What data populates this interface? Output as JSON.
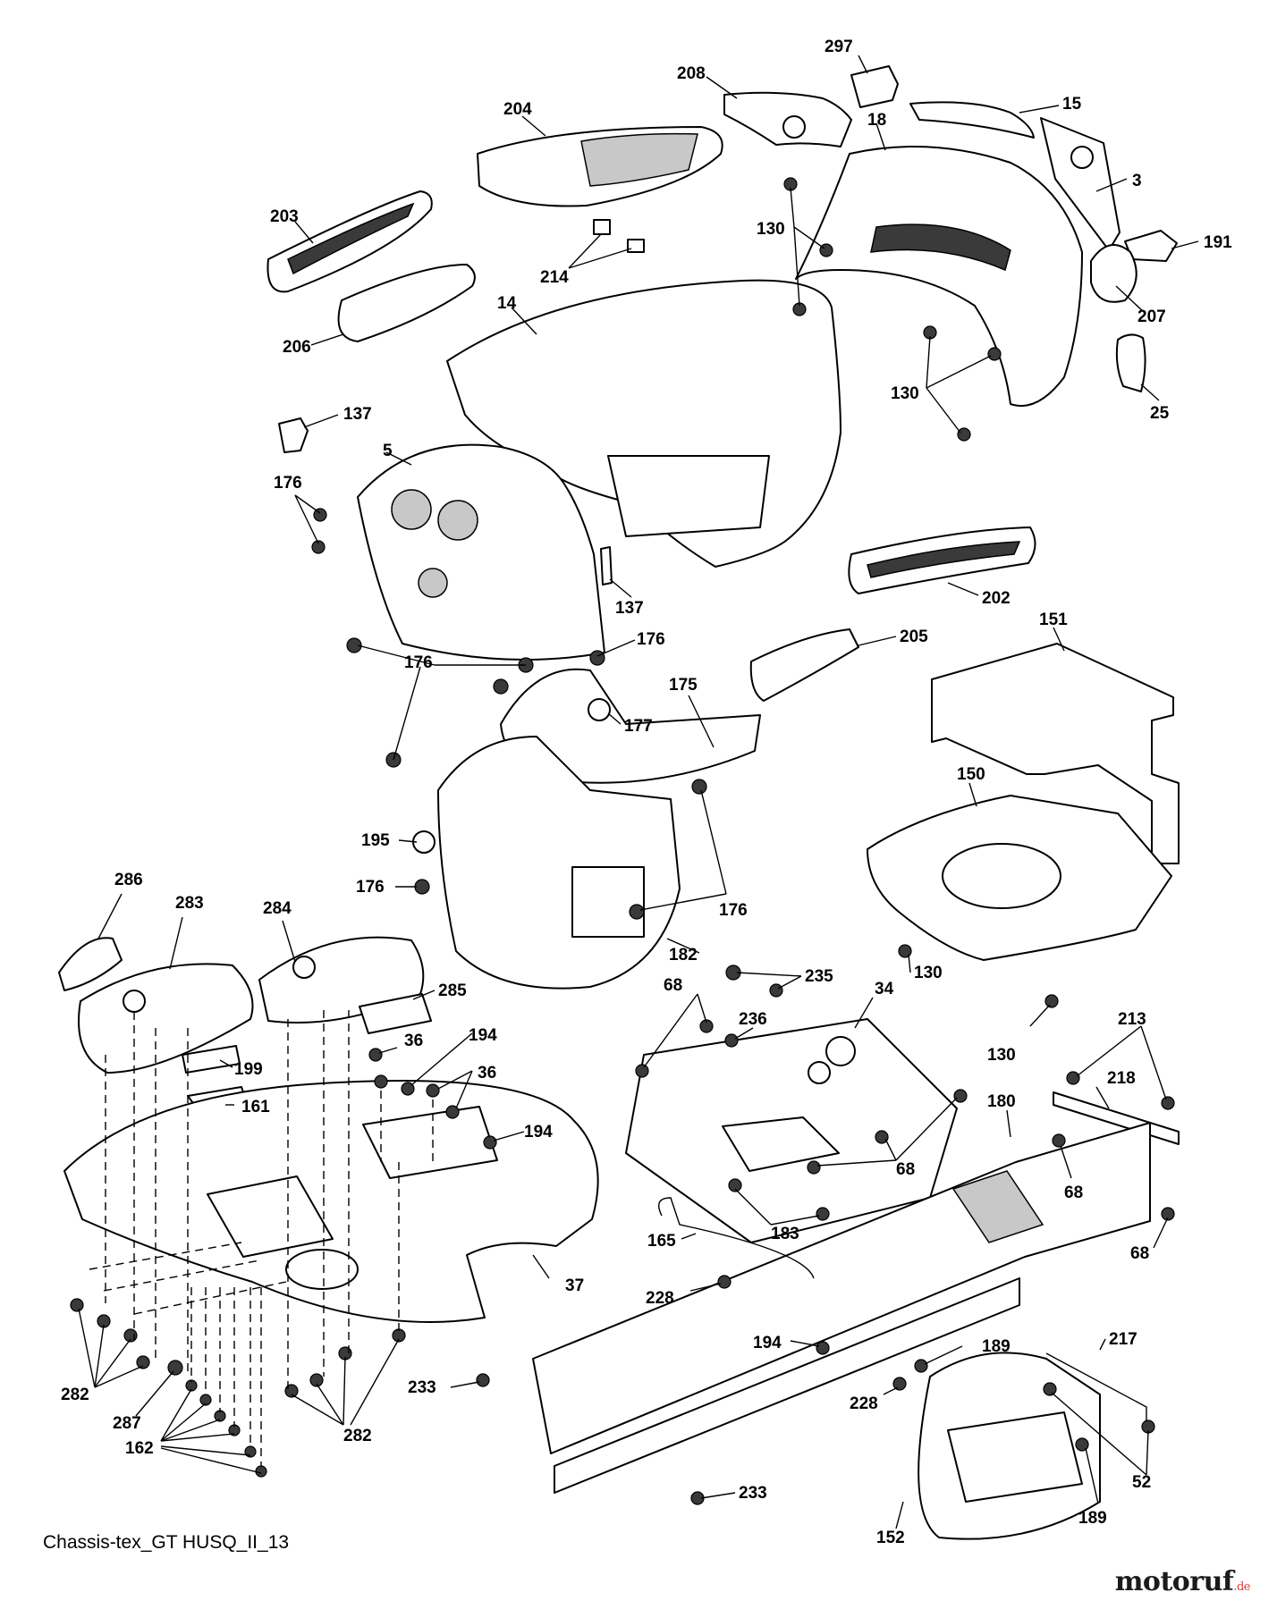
{
  "colors": {
    "line": "#000000",
    "paper": "#ffffff",
    "brand_text": "#1b1b1b",
    "brand_accent": "#e53a2f"
  },
  "labels": [
    {
      "id": "l297",
      "text": "297"
    },
    {
      "id": "l208",
      "text": "208"
    },
    {
      "id": "l204",
      "text": "204"
    },
    {
      "id": "l15",
      "text": "15"
    },
    {
      "id": "l18",
      "text": "18"
    },
    {
      "id": "l3",
      "text": "3"
    },
    {
      "id": "l130a",
      "text": "130"
    },
    {
      "id": "l191",
      "text": "191"
    },
    {
      "id": "l203",
      "text": "203"
    },
    {
      "id": "l214",
      "text": "214"
    },
    {
      "id": "l207",
      "text": "207"
    },
    {
      "id": "l14",
      "text": "14"
    },
    {
      "id": "l206",
      "text": "206"
    },
    {
      "id": "l130b",
      "text": "130"
    },
    {
      "id": "l25",
      "text": "25"
    },
    {
      "id": "l137a",
      "text": "137"
    },
    {
      "id": "l5",
      "text": "5"
    },
    {
      "id": "l176a",
      "text": "176"
    },
    {
      "id": "l137b",
      "text": "137"
    },
    {
      "id": "l202",
      "text": "202"
    },
    {
      "id": "l176b",
      "text": "176"
    },
    {
      "id": "l205",
      "text": "205"
    },
    {
      "id": "l151",
      "text": "151"
    },
    {
      "id": "l176c",
      "text": "176"
    },
    {
      "id": "l175",
      "text": "175"
    },
    {
      "id": "l177",
      "text": "177"
    },
    {
      "id": "l150",
      "text": "150"
    },
    {
      "id": "l195",
      "text": "195"
    },
    {
      "id": "l176d",
      "text": "176"
    },
    {
      "id": "l176e",
      "text": "176"
    },
    {
      "id": "l286",
      "text": "286"
    },
    {
      "id": "l283",
      "text": "283"
    },
    {
      "id": "l284",
      "text": "284"
    },
    {
      "id": "l182",
      "text": "182"
    },
    {
      "id": "l130c",
      "text": "130"
    },
    {
      "id": "l235",
      "text": "235"
    },
    {
      "id": "l68a",
      "text": "68"
    },
    {
      "id": "l34",
      "text": "34"
    },
    {
      "id": "l285",
      "text": "285"
    },
    {
      "id": "l236",
      "text": "236"
    },
    {
      "id": "l130d",
      "text": "130"
    },
    {
      "id": "l213",
      "text": "213"
    },
    {
      "id": "l36a",
      "text": "36"
    },
    {
      "id": "l194a",
      "text": "194"
    },
    {
      "id": "l218",
      "text": "218"
    },
    {
      "id": "l199",
      "text": "199"
    },
    {
      "id": "l36b",
      "text": "36"
    },
    {
      "id": "l161",
      "text": "161"
    },
    {
      "id": "l180",
      "text": "180"
    },
    {
      "id": "l194b",
      "text": "194"
    },
    {
      "id": "l68b",
      "text": "68"
    },
    {
      "id": "l68c",
      "text": "68"
    },
    {
      "id": "l183",
      "text": "183"
    },
    {
      "id": "l68d",
      "text": "68"
    },
    {
      "id": "l165",
      "text": "165"
    },
    {
      "id": "l37",
      "text": "37"
    },
    {
      "id": "l228a",
      "text": "228"
    },
    {
      "id": "l217",
      "text": "217"
    },
    {
      "id": "l194c",
      "text": "194"
    },
    {
      "id": "l189a",
      "text": "189"
    },
    {
      "id": "l233a",
      "text": "233"
    },
    {
      "id": "l282a",
      "text": "282"
    },
    {
      "id": "l228b",
      "text": "228"
    },
    {
      "id": "l287",
      "text": "287"
    },
    {
      "id": "l282b",
      "text": "282"
    },
    {
      "id": "l52",
      "text": "52"
    },
    {
      "id": "l162",
      "text": "162"
    },
    {
      "id": "l233b",
      "text": "233"
    },
    {
      "id": "l189b",
      "text": "189"
    },
    {
      "id": "l152",
      "text": "152"
    }
  ],
  "footer": {
    "caption": "Chassis-tex_GT HUSQ_II_13"
  },
  "brand": {
    "name": "motoruf",
    "suffix": ".de"
  }
}
